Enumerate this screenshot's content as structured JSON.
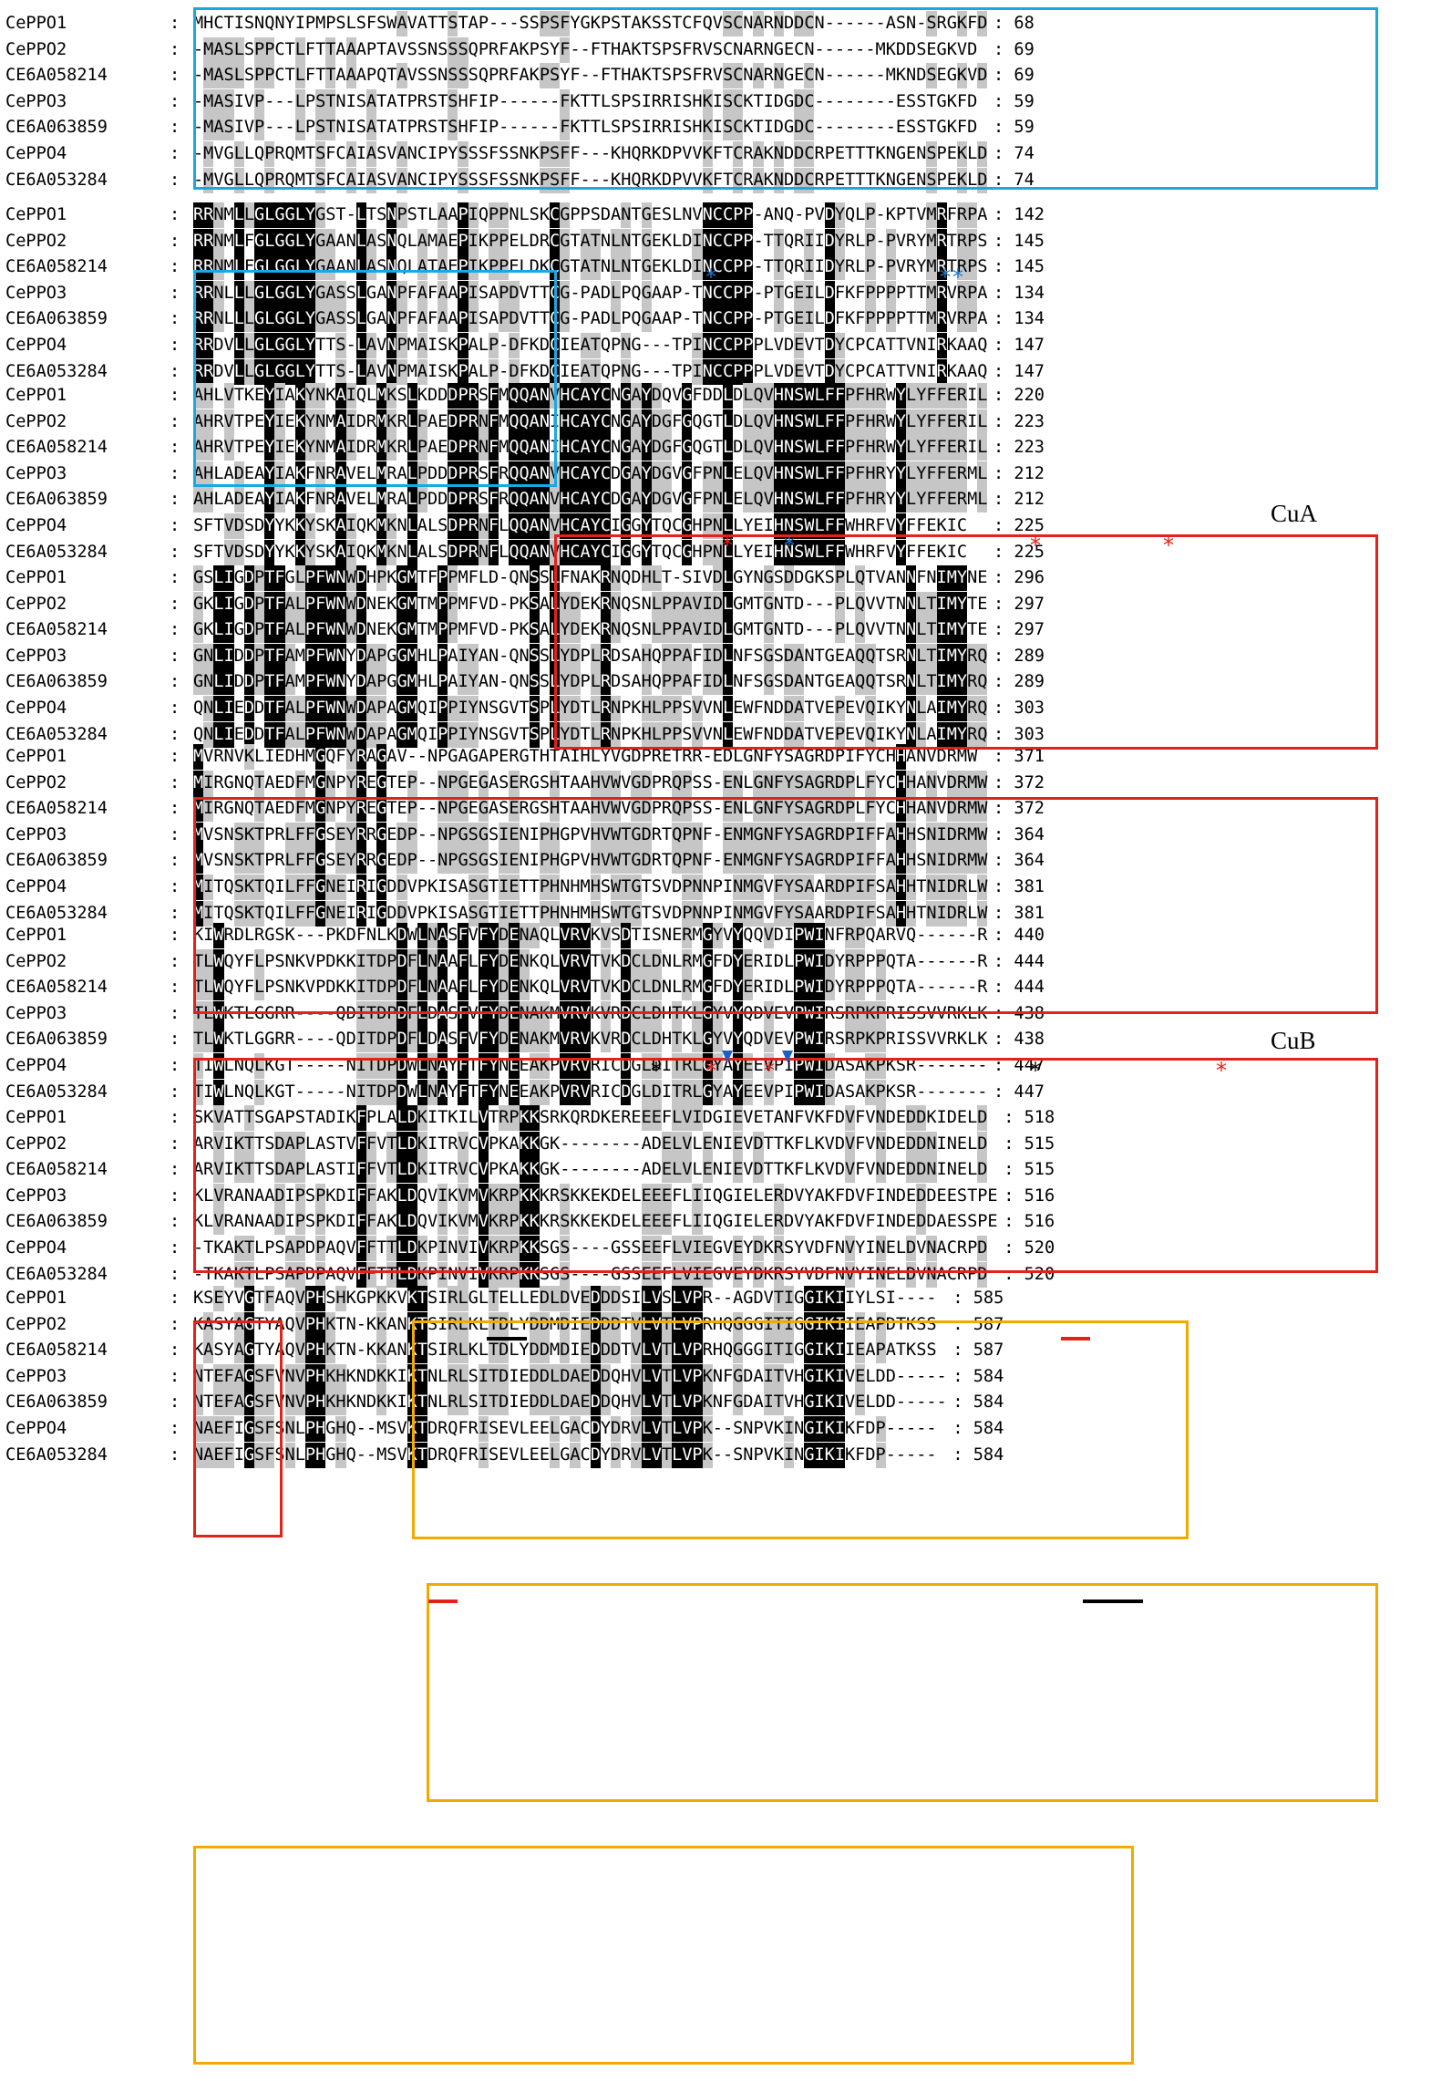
{
  "figure": {
    "colors": {
      "black_shade": "#000000",
      "gray_shade": "#c6c6c6",
      "box_blue": "#19a9e0",
      "box_red": "#e2231a",
      "box_orange": "#f2a900",
      "star_red": "#e2231a",
      "star_blue": "#1f78c8",
      "star_black": "#000000",
      "triangle_blue": "#1f5fbf",
      "bar_red": "#e2231a",
      "bar_black": "#000000"
    },
    "motif_labels": {
      "cua": "CuA",
      "cub": "CuB"
    },
    "sequence_names": [
      "CePPO1",
      "CePPO2",
      "CE6A058214",
      "CePPO3",
      "CE6A063859",
      "CePPO4",
      "CE6A053284"
    ],
    "colon": ":",
    "blocks": [
      {
        "rows": [
          {
            "name": "CePPO1",
            "seq": "MHCTISNQNYIPMPSLSFSWAVATTSTAP---SSPSFYGKPSTAKSSTCFQVSCNARNDDCN------ASN-SRGKFD",
            "end": "68"
          },
          {
            "name": "CePPO2",
            "seq": "-MASLSPPCTLFTTAAAPTAVSSNSSSQPRFAKPSYF--FTHAKTSPSFRVSCNARNGECN------MKDDSEGKVD",
            "end": "69"
          },
          {
            "name": "CE6A058214",
            "seq": "-MASLSPPCTLFTTAAAPQTAVSSNSSSQPRFAKPSYF--FTHAKTSPSFRVSCNARNGECN------MKNDSEGKVD",
            "end": "69"
          },
          {
            "name": "CePPO3",
            "seq": "-MASIVP---LPSTNISATATPRSTSHFIP------FKTTLSPSIRRISHKISCKTIDGDC--------ESSTGKFD",
            "end": "59"
          },
          {
            "name": "CE6A063859",
            "seq": "-MASIVP---LPSTNISATATPRSTSHFIP------FKTTLSPSIRRISHKISCKTIDGDC--------ESSTGKFD",
            "end": "59"
          },
          {
            "name": "CePPO4",
            "seq": "-MVGLLQPRQMTSFCAIASVANCIPYSSSFSSNKPSFF---KHQRKDPVVKFTCRAKNDDCRPETTTKNGENSPEKLD",
            "end": "74"
          },
          {
            "name": "CE6A053284",
            "seq": "-MVGLLQPRQMTSFCAIASVANCIPYSSSFSSNKPSFF---KHQRKDPVVKFTCRAKNDDCRPETTTKNGENSPEKLD",
            "end": "74"
          }
        ]
      },
      {
        "rows": [
          {
            "name": "CePPO1",
            "seq": "RRNMLLGLGGLYGST-LTSNPSTLAAPIQPPNLSKCGPPSDANTGESLNVNCCPP-ANQ-PVDYQLP-KPTVMRFRPA",
            "end": "142"
          },
          {
            "name": "CePPO2",
            "seq": "RRNMLFGLGGLYGAANLASNQLAMAEPIKPPELDRCGTATNLNTGEKLDINCCPP-TTQRIIDYRLP-PVRYMRTRPS",
            "end": "145"
          },
          {
            "name": "CE6A058214",
            "seq": "RRNMLFGLGGLYGAANLASNQLATAEPIKPPELDKCGTATNLNTGEKLDINCCPP-TTQRIIDYRLP-PVRYMRTRPS",
            "end": "145"
          },
          {
            "name": "CePPO3",
            "seq": "RRNLLLGLGGLYGASSLGANPFAFAAPISAPDVTTCG-PADLPQGAAP-TNCCPP-PTGEILDFKFPPPPTTMRVRPA",
            "end": "134"
          },
          {
            "name": "CE6A063859",
            "seq": "RRNLLLGLGGLYGASSLGANPFAFAAPISAPDVTTCG-PADLPQGAAP-TNCCPP-PTGEILDFKFPPPPTTMRVRPA",
            "end": "134"
          },
          {
            "name": "CePPO4",
            "seq": "RRDVLLGLGGLYTTS-LAVNPMAISKPALP-DFKDCIEATQPNG---TPINCCPPPLVDEVTDYCPCATTVNIRKAAQ",
            "end": "147"
          },
          {
            "name": "CE6A053284",
            "seq": "RRDVLLGLGGLYTTS-LAVNPMAISKPALP-DFKDCIEATQPNG---TPINCCPPPLVDEVTDYCPCATTVNIRKAAQ",
            "end": "147"
          }
        ]
      },
      {
        "rows": [
          {
            "name": "CePPO1",
            "seq": "AHLVTKEYIAKYNKAIQLMKSLKDDDPRSFMQQANVHCAYCNGAYDQVGFDDLDLQVHNSWLFFPFHRWYLYFFERIL",
            "end": "220"
          },
          {
            "name": "CePPO2",
            "seq": "AHRVTPEYIEKYNMAIDRMKRLPAEDPRNFMQQANIHCAYCNGAYDGFGQGTLDLQVHNSWLFFPFHRWYLYFFERIL",
            "end": "223"
          },
          {
            "name": "CE6A058214",
            "seq": "AHRVTPEYIEKYNMAIDRMKRLPAEDPRNFMQQANIHCAYCNGAYDGFGQGTLDLQVHNSWLFFPFHRWYLYFFERIL",
            "end": "223"
          },
          {
            "name": "CePPO3",
            "seq": "AHLADEAYIAKFNRAVELMRALPDDDPRSFRQQANVHCAYCDGAYDGVGFPNLELQVHNSWLFFPFHRYYLYFFERML",
            "end": "212"
          },
          {
            "name": "CE6A063859",
            "seq": "AHLADEAYIAKFNRAVELMRALPDDDPRSFRQQANVHCAYCDGAYDGVGFPNLELQVHNSWLFFPFHRYYLYFFERML",
            "end": "212"
          },
          {
            "name": "CePPO4",
            "seq": "SFTVDSDYYKKYSKAIQKMKNLALSDPRNFLQQANVHCAYCIGGYTQCGHPNLLYEIHNSWLFFWHRFVYFFEKIC",
            "end": "225"
          },
          {
            "name": "CE6A053284",
            "seq": "SFTVDSDYYKKYSKAIQKMKNLALSDPRNFLQQANVHCAYCIGGYTQCGHPNLLYEIHNSWLFFWHRFVYFFEKIC",
            "end": "225"
          }
        ]
      },
      {
        "rows": [
          {
            "name": "CePPO1",
            "seq": "GSLIGDPTFGLPFWNWDHPKGMTFPPMFLD-QNSSLFNAKRNQDHLT-SIVDLGYNGSDDGKSPLQTVANNFNIMYNE",
            "end": "296"
          },
          {
            "name": "CePPO2",
            "seq": "GKLIGDPTFALPFWNWDNEKGMTMPPMFVD-PKSALYDEKRNQSNLPPAVIDLGMTGNTD---PLQVVTNNLTIMYTE",
            "end": "297"
          },
          {
            "name": "CE6A058214",
            "seq": "GKLIGDPTFALPFWNWDNEKGMTMPPMFVD-PKSALYDEKRNQSNLPPAVIDLGMTGNTD---PLQVVTNNLTIMYTE",
            "end": "297"
          },
          {
            "name": "CePPO3",
            "seq": "GNLIDDPTFAMPFWNYDAPGGMHLPAIYAN-QNSSLYDPLRDSAHQPPAFIDLNFSGSDANTGEAQQTSRNLTIMYRQ",
            "end": "289"
          },
          {
            "name": "CE6A063859",
            "seq": "GNLIDDPTFAMPFWNYDAPGGMHLPAIYAN-QNSSLYDPLRDSAHQPPAFIDLNFSGSDANTGEAQQTSRNLTIMYRQ",
            "end": "289"
          },
          {
            "name": "CePPO4",
            "seq": "QNLIEDDTFALPFWNWDAPAGMQIPPIYNSGVTSPLYDTLRNPKHLPPSVVNLEWFNDDATVEPEVQIKYNLAIMYRQ",
            "end": "303"
          },
          {
            "name": "CE6A053284",
            "seq": "QNLIEDDTFALPFWNWDAPAGMQIPPIYNSGVTSPLYDTLRNPKHLPPSVVNLEWFNDDATVEPEVQIKYNLAIMYRQ",
            "end": "303"
          }
        ]
      },
      {
        "rows": [
          {
            "name": "CePPO1",
            "seq": "MVRNVKLIEDHMGQFYRAGAV--NPGAGAPERGTHTAIHLYVGDPRETRR-EDLGNFYSAGRDPIFYCHHANVDRMW",
            "end": "371"
          },
          {
            "name": "CePPO2",
            "seq": "MIRGNQTAEDFMGNPYREGTEP--NPGEGASERGSHTAAHVWVGDPRQPSS-ENLGNFYSAGRDPLFYCHHANVDRMW",
            "end": "372"
          },
          {
            "name": "CE6A058214",
            "seq": "MIRGNQTAEDFMGNPYREGTEP--NPGEGASERGSHTAAHVWVGDPRQPSS-ENLGNFYSAGRDPLFYCHHANVDRMW",
            "end": "372"
          },
          {
            "name": "CePPO3",
            "seq": "MVSNSKTPRLFFGSEYRRGEDP--NPGSGSIENIPHGPVHVWTGDRTQPNF-ENMGNFYSAGRDPIFFAHHSNIDRMW",
            "end": "364"
          },
          {
            "name": "CE6A063859",
            "seq": "MVSNSKTPRLFFGSEYRRGEDP--NPGSGSIENIPHGPVHVWTGDRTQPNF-ENMGNFYSAGRDPIFFAHHSNIDRMW",
            "end": "364"
          },
          {
            "name": "CePPO4",
            "seq": "MITQSKTQILFFGNEIRIGDDVPKISASGTIETTPHNHMHSWTGTSVDPNNPINMGVFYSAARDPIFSAHHTNIDRLW",
            "end": "381"
          },
          {
            "name": "CE6A053284",
            "seq": "MITQSKTQILFFGNEIRIGDDVPKISASGTIETTPHNHMHSWTGTSVDPNNPINMGVFYSAARDPIFSAHHTNIDRLW",
            "end": "381"
          }
        ]
      },
      {
        "rows": [
          {
            "name": "CePPO1",
            "seq": "KIWRDLRGSK---PKDFNLKDWLNASFVFYDENAQLVRVKVSDTISNERMGYVYQQVDIPWINFRPQARVQ------R",
            "end": "440"
          },
          {
            "name": "CePPO2",
            "seq": "TLWQYFLPSNKVPDKKITDPDFLNAAFLFYDENKQLVRVTVKDCLDNLRMGFDYERIDLPWIDYRPPPQTA------R",
            "end": "444"
          },
          {
            "name": "CE6A058214",
            "seq": "TLWQYFLPSNKVPDKKITDPDFLNAAFLFYDENKQLVRVTVKDCLDNLRMGFDYERIDLPWIDYRPPPQTA------R",
            "end": "444"
          },
          {
            "name": "CePPO3",
            "seq": "TLWKTLGGRR----QDITDPDFLDASFVFYDENAKMVRVKVRDCLDHTKLGYVYQDVEVPWIRSRPKPRISSVVRKLK",
            "end": "438"
          },
          {
            "name": "CE6A063859",
            "seq": "TLWKTLGGRR----QDITDPDFLDASFVFYDENAKMVRVKVRDCLDHTKLGYVYQDVEVPWIRSRPKPRISSVVRKLK",
            "end": "438"
          },
          {
            "name": "CePPO4",
            "seq": "TIWLNQLKGT-----NITDPDWLNAYFTFYNEEAKPVRVRICDGLDITRLGYAYEEVPIPWIDASAKPKSR-------",
            "end": "447"
          },
          {
            "name": "CE6A053284",
            "seq": "TIWLNQLKGT-----NITDPDWLNAYFTFYNEEAKPVRVRICDGLDITRLGYAYEEVPIPWIDASAKPKSR-------",
            "end": "447"
          }
        ]
      },
      {
        "rows": [
          {
            "name": "CePPO1",
            "seq": "SKVATTSGAPSTADIKFPLALDKITKILVTRPKKSRKQRDKEREEEFLVIDGIEVETANFVKFDVFVNDEDDKIDELD",
            "end": "518"
          },
          {
            "name": "CePPO2",
            "seq": "ARVIKTTSDAPLASTVFFVTLDKITRVCVPKAKKGK--------ADELVLENIEVDTTKFLKVDVFVNDEDDNINELD",
            "end": "515"
          },
          {
            "name": "CE6A058214",
            "seq": "ARVIKTTSDAPLASTIFFVTLDKITRVCVPKAKKGK--------ADELVLENIEVDTTKFLKVDVFVNDEDDNINELD",
            "end": "515"
          },
          {
            "name": "CePPO3",
            "seq": "KLVRANAADIPSPKDIFFAKLDQVIKVMVKRPKKKRSKKEKDELEEEFLIIQGIELERDVYAKFDVFINDEDDEESTPE",
            "end": "516"
          },
          {
            "name": "CE6A063859",
            "seq": "KLVRANAADIPSPKDIFFAKLDQVIKVMVKRPKKKRSKKEKDELEEEFLIIQGIELERDVYAKFDVFINDEDDAESSPE",
            "end": "516"
          },
          {
            "name": "CePPO4",
            "seq": "-TKAKTLPSAPDPAQVFFTTLDKPINVIVKRPKKSGS----GSSEEFLVIEGVEYDKRSYVDFNVYINELDVNACRPD",
            "end": "520"
          },
          {
            "name": "CE6A053284",
            "seq": "-TKAKTLPSAPDPAQVFFTTLDKPINVIVKRPKKSGS----GSSEEFLVIEGVEYDKRSYVDFNVYINELDVNACRPD",
            "end": "520"
          }
        ]
      },
      {
        "rows": [
          {
            "name": "CePPO1",
            "seq": "KSEYVGTFAQVPHSHKGPKKVKTSIRLGLTELLEDLDVEDDDSILVSLVPR--AGDVTIGGIKIIYLSI----",
            "end": "585"
          },
          {
            "name": "CePPO2",
            "seq": "KASYAGTYAQVPHKTN-KKANKTSIRLKLTDLYDDMDIEDDDTVLVTLVPRHQGGGITIGGIKIIEAPDTKSS",
            "end": "587"
          },
          {
            "name": "CE6A058214",
            "seq": "KASYAGTYAQVPHKTN-KKANKTSIRLKLTDLYDDMDIEDDDTVLVTLVPRHQGGGITIGGIKIIEAPATKSS",
            "end": "587"
          },
          {
            "name": "CePPO3",
            "seq": "NTEFAGSFVNVPHKHKNDKKIKTNLRLSITDIEDDLDAEDDQHVLVTLVPKNFGDAITVHGIKIVELDD-----",
            "end": "584"
          },
          {
            "name": "CE6A063859",
            "seq": "NTEFAGSFVNVPHKHKNDKKIKTNLRLSITDIEDDLDAEDDQHVLVTLVPKNFGDAITVHGIKIVELDD-----",
            "end": "584"
          },
          {
            "name": "CePPO4",
            "seq": "NAEFIGSFSNLPHGHQ--MSVKTDRQFRISEVLEELGACDYDRVLVTLVPK--SNPVKINGIKIKFDP-----",
            "end": "584"
          },
          {
            "name": "CE6A053284",
            "seq": "NAEFIGSFSNLPHGHQ--MSVKTDRQFRISEVLEELGACDYDRVLVTLVPK--SNPVKINGIKIKFDP-----",
            "end": "584"
          }
        ]
      }
    ]
  }
}
